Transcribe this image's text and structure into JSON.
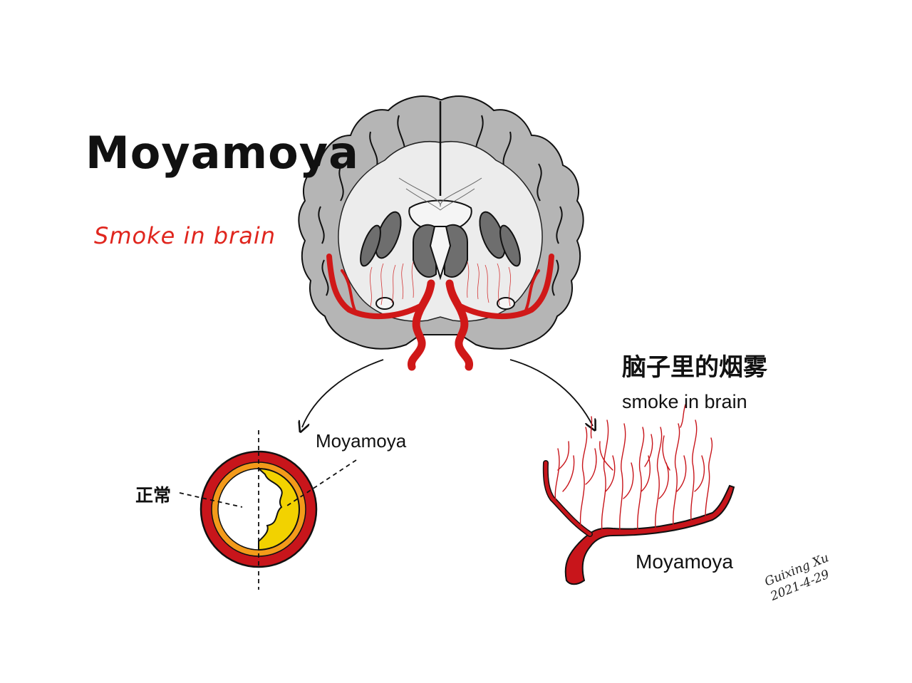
{
  "title": "Moyamoya",
  "subtitle": "Smoke in brain",
  "labels": {
    "chinese_title": "脑子里的烟雾",
    "smoke_en": "smoke in brain",
    "circle_label": "Moyamoya",
    "normal_label": "正常",
    "vessel_label": "Moyamoya"
  },
  "signature": {
    "name": "Guixing Xu",
    "date": "2021-4-29"
  },
  "colors": {
    "artery": "#d01818",
    "cortex": "#b8b8b8",
    "white_matter": "#ececec",
    "deep_nuclei": "#6e6e6e",
    "vessel_wall_outer": "#c8151b",
    "vessel_wall_middle": "#f39a1a",
    "plaque": "#f2d200",
    "subtitle_red": "#e0261e"
  }
}
